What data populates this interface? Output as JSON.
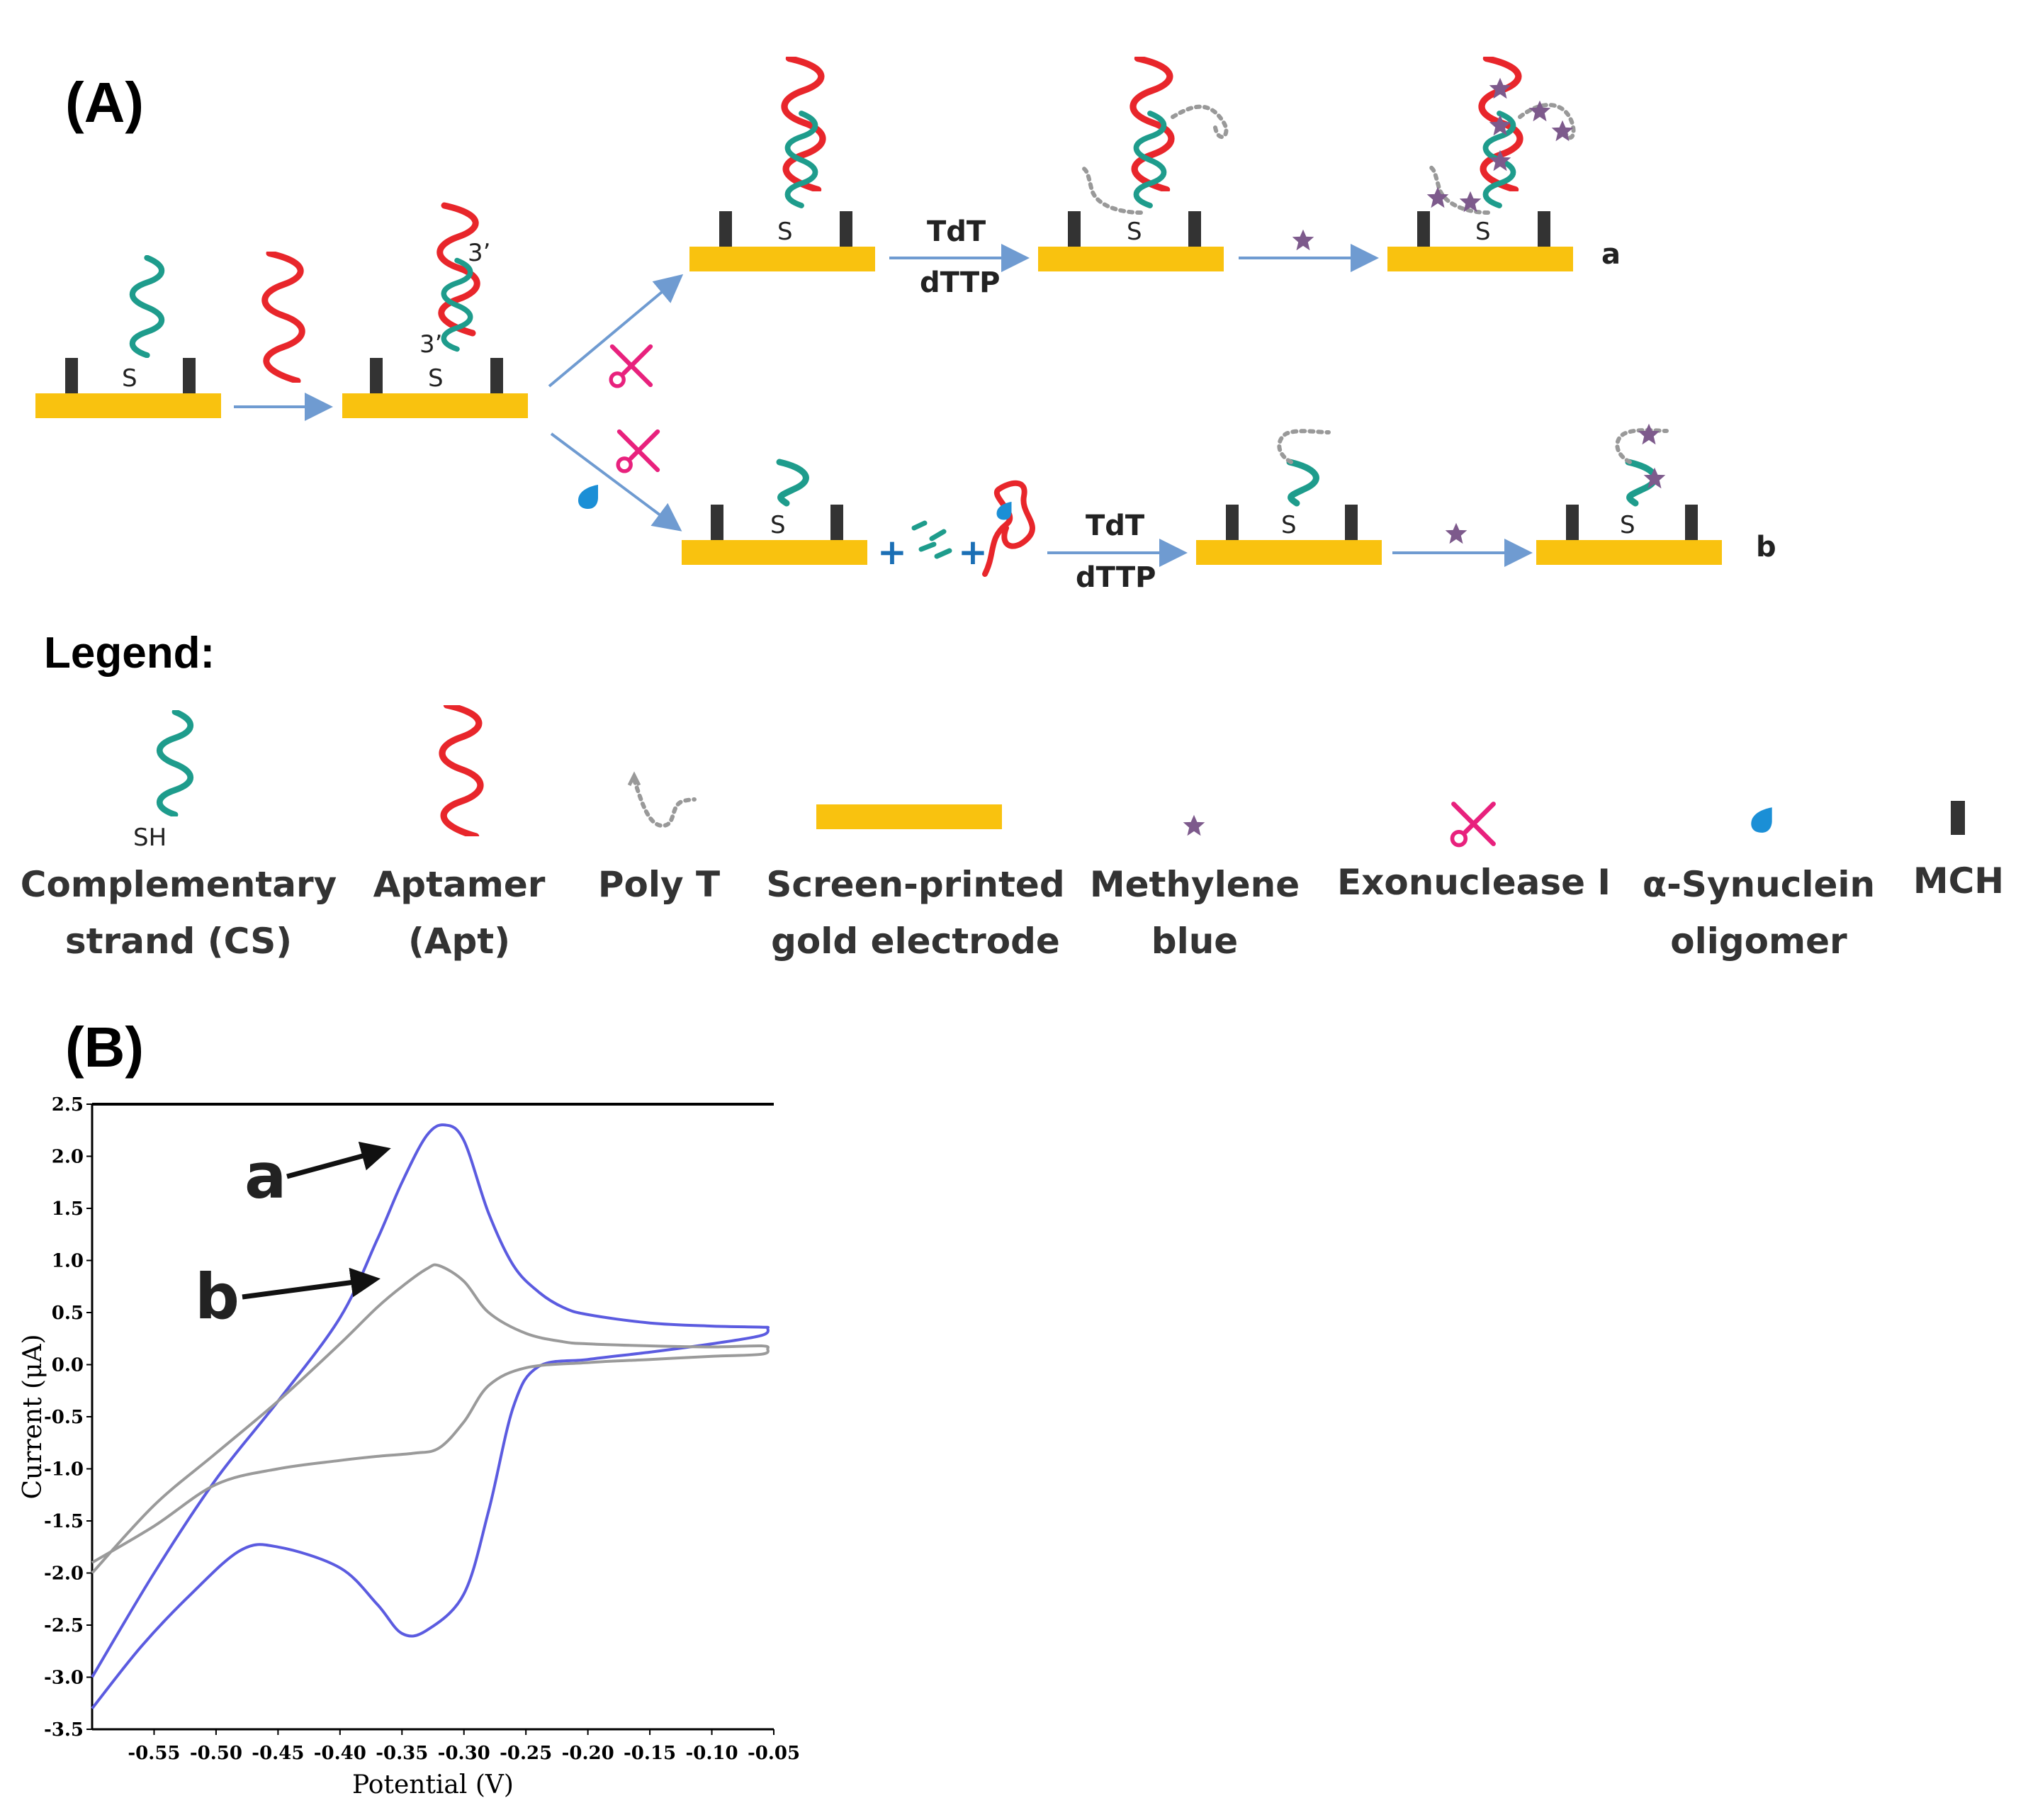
{
  "panel_a": {
    "label": "(A)",
    "thiol_label": "S",
    "end_3_label": "3’",
    "end_3_lower_label": "3’",
    "tdt_label": "TdT",
    "dttp_label": "dTTP",
    "row_a_label": "a",
    "row_b_label": "b"
  },
  "legend": {
    "title": "Legend:",
    "sh_label": "SH",
    "items": [
      {
        "line1": "Complementary",
        "line2": "strand (CS)",
        "icon": "teal-dna-strand-icon"
      },
      {
        "line1": "Aptamer",
        "line2": "(Apt)",
        "icon": "red-aptamer-icon"
      },
      {
        "line1": "Poly T",
        "line2": "",
        "icon": "poly-t-icon"
      },
      {
        "line1": "Screen-printed",
        "line2": "gold electrode",
        "icon": "gold-electrode-icon"
      },
      {
        "line1": "Methylene",
        "line2": "blue",
        "icon": "star-icon"
      },
      {
        "line1": "Exonuclease I",
        "line2": "",
        "icon": "scissors-icon"
      },
      {
        "line1": "α-Synuclein",
        "line2": "oligomer",
        "icon": "droplet-icon"
      },
      {
        "line1": "MCH",
        "line2": "",
        "icon": "mch-bar-icon"
      }
    ]
  },
  "colors": {
    "gold": "#F9C20F",
    "teal": "#1E9C8C",
    "red": "#E8262B",
    "arrow": "#6F9BD1",
    "scissors": "#E8217D",
    "droplet": "#1B8FD6",
    "star": "#7D5A8C",
    "polyt": "#999999",
    "curve_a": "#5B5BE0",
    "curve_b": "#9A9A9A"
  },
  "panel_b": {
    "label": "(B)",
    "curve_a_label": "a",
    "curve_b_label": "b"
  },
  "chart_data": {
    "type": "line",
    "xlabel": "Potential (V)",
    "ylabel": "Current (μA)",
    "xlim": [
      -0.6,
      -0.05
    ],
    "ylim": [
      -3.5,
      2.5
    ],
    "x_ticks": [
      "-0.55",
      "-0.50",
      "-0.45",
      "-0.40",
      "-0.35",
      "-0.30",
      "-0.25",
      "-0.20",
      "-0.15",
      "-0.10",
      "-0.05"
    ],
    "y_ticks": [
      "2.5",
      "2.0",
      "1.5",
      "1.0",
      "0.5",
      "0.0",
      "-0.5",
      "-1.0",
      "-1.5",
      "-2.0",
      "-2.5",
      "-3.0",
      "-3.5"
    ],
    "series": [
      {
        "name": "a",
        "x": [
          -0.6,
          -0.55,
          -0.5,
          -0.45,
          -0.4,
          -0.37,
          -0.35,
          -0.33,
          -0.315,
          -0.3,
          -0.28,
          -0.26,
          -0.24,
          -0.22,
          -0.2,
          -0.15,
          -0.1,
          -0.06,
          -0.055,
          -0.06,
          -0.1,
          -0.15,
          -0.2,
          -0.24,
          -0.26,
          -0.28,
          -0.3,
          -0.33,
          -0.35,
          -0.37,
          -0.4,
          -0.45,
          -0.48,
          -0.52,
          -0.56,
          -0.6
        ],
        "y": [
          -3.0,
          -2.0,
          -1.1,
          -0.35,
          0.45,
          1.2,
          1.75,
          2.2,
          2.3,
          2.15,
          1.45,
          0.95,
          0.7,
          0.55,
          0.48,
          0.4,
          0.37,
          0.36,
          0.35,
          0.28,
          0.2,
          0.12,
          0.05,
          -0.02,
          -0.4,
          -1.4,
          -2.2,
          -2.55,
          -2.58,
          -2.3,
          -1.95,
          -1.75,
          -1.78,
          -2.2,
          -2.7,
          -3.3
        ]
      },
      {
        "name": "b",
        "x": [
          -0.6,
          -0.55,
          -0.5,
          -0.45,
          -0.4,
          -0.37,
          -0.35,
          -0.33,
          -0.32,
          -0.3,
          -0.28,
          -0.25,
          -0.22,
          -0.2,
          -0.15,
          -0.1,
          -0.06,
          -0.055,
          -0.06,
          -0.1,
          -0.15,
          -0.2,
          -0.25,
          -0.28,
          -0.3,
          -0.32,
          -0.34,
          -0.37,
          -0.4,
          -0.45,
          -0.5,
          -0.55,
          -0.6
        ],
        "y": [
          -2.0,
          -1.35,
          -0.85,
          -0.35,
          0.2,
          0.55,
          0.75,
          0.92,
          0.95,
          0.8,
          0.5,
          0.3,
          0.22,
          0.2,
          0.18,
          0.17,
          0.18,
          0.15,
          0.1,
          0.08,
          0.05,
          0.02,
          -0.03,
          -0.2,
          -0.55,
          -0.8,
          -0.85,
          -0.88,
          -0.92,
          -1.0,
          -1.15,
          -1.55,
          -1.9
        ]
      }
    ]
  }
}
